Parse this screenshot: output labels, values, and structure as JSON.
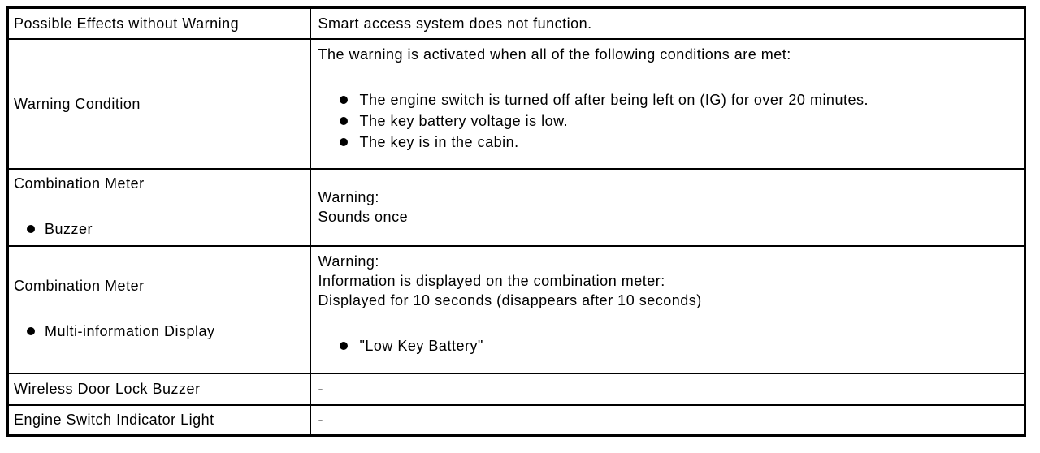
{
  "page": {
    "background": "#ffffff",
    "text_color": "#000000",
    "border_color": "#000000"
  },
  "table": {
    "rows": [
      {
        "label": "Possible Effects without Warning",
        "value": "Smart access system does not function."
      },
      {
        "label": "Warning Condition",
        "intro": "The warning is activated when all of the following conditions are met:",
        "bullets": [
          "The engine switch is turned off after being left on (IG) for over 20 minutes.",
          "The key battery voltage is low.",
          "The key is in the cabin."
        ]
      },
      {
        "label": "Combination Meter",
        "label_bullet": "Buzzer",
        "lines": [
          "Warning:",
          "Sounds once"
        ]
      },
      {
        "label": "Combination Meter",
        "label_bullet": "Multi-information Display",
        "lines": [
          "Warning:",
          "Information is displayed on the combination meter:",
          "Displayed for 10 seconds (disappears after 10 seconds)"
        ],
        "bullets": [
          "\"Low Key Battery\""
        ]
      },
      {
        "label": "Wireless Door Lock Buzzer",
        "value": "-"
      },
      {
        "label": "Engine Switch Indicator Light",
        "value": "-"
      }
    ]
  }
}
